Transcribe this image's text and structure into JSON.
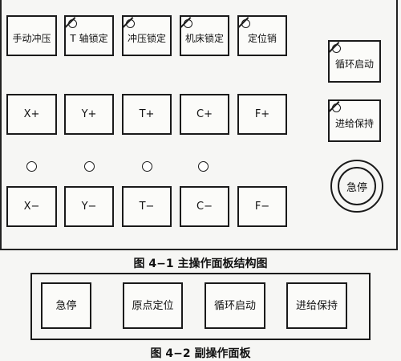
{
  "main_panel": {
    "top_buttons": [
      "手动冲压",
      "T 轴锁定",
      "冲压锁定",
      "机床锁定",
      "定位销"
    ],
    "plus_buttons": [
      "X+",
      "Y+",
      "T+",
      "C+",
      "F+"
    ],
    "minus_buttons": [
      "X−",
      "Y−",
      "T−",
      "C−",
      "F−"
    ],
    "side_buttons": [
      "循环启动",
      "进给保持"
    ],
    "emergency_stop": "急停",
    "caption": "图 4−1  主操作面板结构图"
  },
  "sub_panel": {
    "buttons": [
      "急停",
      "原点定位",
      "循环启动",
      "进给保持"
    ],
    "caption": "图 4−2  副操作面板"
  }
}
